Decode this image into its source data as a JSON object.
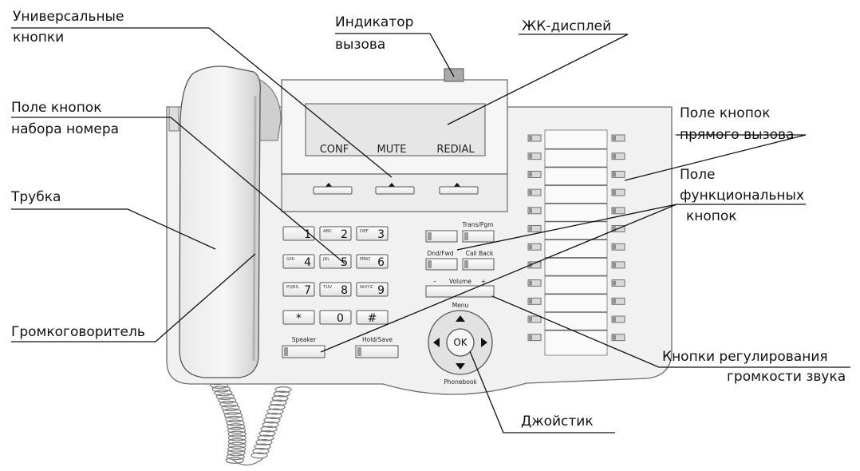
{
  "callouts": {
    "universal_buttons": [
      "Универсальные",
      "кнопки"
    ],
    "call_indicator": [
      "Индикатор",
      "вызова"
    ],
    "lcd_display": [
      "ЖК-дисплей"
    ],
    "dial_keypad": [
      "Поле кнопок",
      "набора номера"
    ],
    "dss_buttons": [
      "Поле кнопок",
      "прямого вызова"
    ],
    "handset": [
      "Трубка"
    ],
    "function_buttons": [
      "Поле",
      "функциональных",
      "кнопок"
    ],
    "speakerphone": [
      "Громкоговоритель"
    ],
    "volume_buttons": [
      "Кнопки регулирования",
      "громкости звука"
    ],
    "joystick": [
      "Джойстик"
    ]
  },
  "lcd": {
    "softkeys": [
      "CONF",
      "MUTE",
      "REDIAL"
    ]
  },
  "keypad": [
    {
      "main": "1",
      "sub": ""
    },
    {
      "main": "2",
      "sub": "ABC"
    },
    {
      "main": "3",
      "sub": "DEF"
    },
    {
      "main": "4",
      "sub": "GHI"
    },
    {
      "main": "5",
      "sub": "JKL"
    },
    {
      "main": "6",
      "sub": "MNO"
    },
    {
      "main": "7",
      "sub": "PQRS"
    },
    {
      "main": "8",
      "sub": "TUV"
    },
    {
      "main": "9",
      "sub": "WXYZ"
    },
    {
      "main": "*",
      "sub": ""
    },
    {
      "main": "0",
      "sub": ""
    },
    {
      "main": "#",
      "sub": ""
    }
  ],
  "function_keys": {
    "trans_pgm": "Trans/Pgm",
    "dnd_fwd": "Dnd/Fwd",
    "call_back": "Call Back",
    "volume": "Volume",
    "volume_minus": "–",
    "volume_plus": "+",
    "speaker": "Speaker",
    "hold_save": "Hold/Save"
  },
  "navigation": {
    "menu": "Menu",
    "ok": "OK",
    "phonebook": "Phonebook"
  },
  "dss_key_count": 12
}
